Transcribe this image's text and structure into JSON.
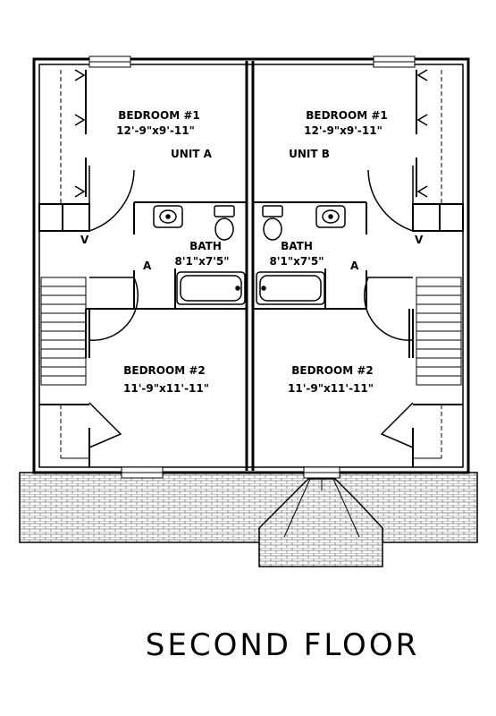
{
  "plan": {
    "title": "SECOND FLOOR",
    "units": [
      {
        "name": "UNIT A",
        "bedroom1_label": "BEDROOM #1",
        "bedroom1_dims": "12'-9\"x9'-11\"",
        "bedroom2_label": "BEDROOM #2",
        "bedroom2_dims": "11'-9\"x11'-11\"",
        "bath_label": "BATH",
        "bath_dims": "8'1\"x7'5\""
      },
      {
        "name": "UNIT B",
        "bedroom1_label": "BEDROOM #1",
        "bedroom1_dims": "12'-9\"x9'-11\"",
        "bedroom2_label": "BEDROOM #2",
        "bedroom2_dims": "11'-9\"x11'-11\"",
        "bath_label": "BATH",
        "bath_dims": "8'1\"x7'5\""
      }
    ],
    "section_marks": [
      "V",
      "A",
      "V",
      "A"
    ]
  }
}
